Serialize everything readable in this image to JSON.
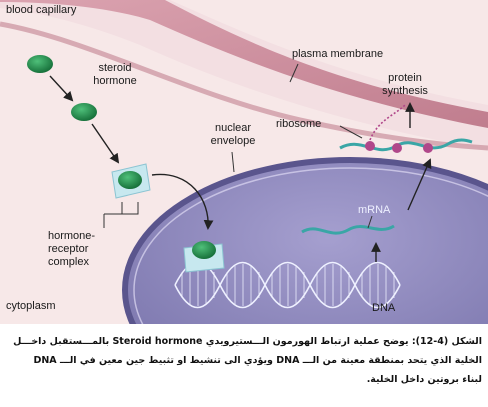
{
  "labels": {
    "blood_capillary": "blood capillary",
    "steroid_hormone": [
      "steroid",
      "hormone"
    ],
    "plasma_membrane": "plasma membrane",
    "protein_synthesis": [
      "protein",
      "synthesis"
    ],
    "ribosome": "ribosome",
    "nuclear_envelope": [
      "nuclear",
      "envelope"
    ],
    "mrna": "mRNA",
    "hormone_receptor_complex": [
      "hormone-",
      "receptor",
      "complex"
    ],
    "cytoplasm": "cytoplasm",
    "dna": "DNA"
  },
  "caption": {
    "line1": "الشكل (4-12): يوضح عملية ارتباط الهورمون الـــستيرويدي Steroid hormone بالمـــستقبل داخـــل",
    "line2": "الخلية الذي يتحد بمنطقة معينة من الـــ DNA ويؤدي الى تنشيط او تثبيط جين معين في الـــ DNA",
    "line3": "لبناء بروتين داخل الخلية."
  },
  "colors": {
    "capillary": "#c98a9a",
    "cytoplasm": "#f6e6e6",
    "nucleus": "#8a84b8",
    "hormone": "#1f8a4a",
    "receptor": "#bfe3ec",
    "mrna": "#3aa6a6",
    "ribosome": "#b0478a"
  }
}
